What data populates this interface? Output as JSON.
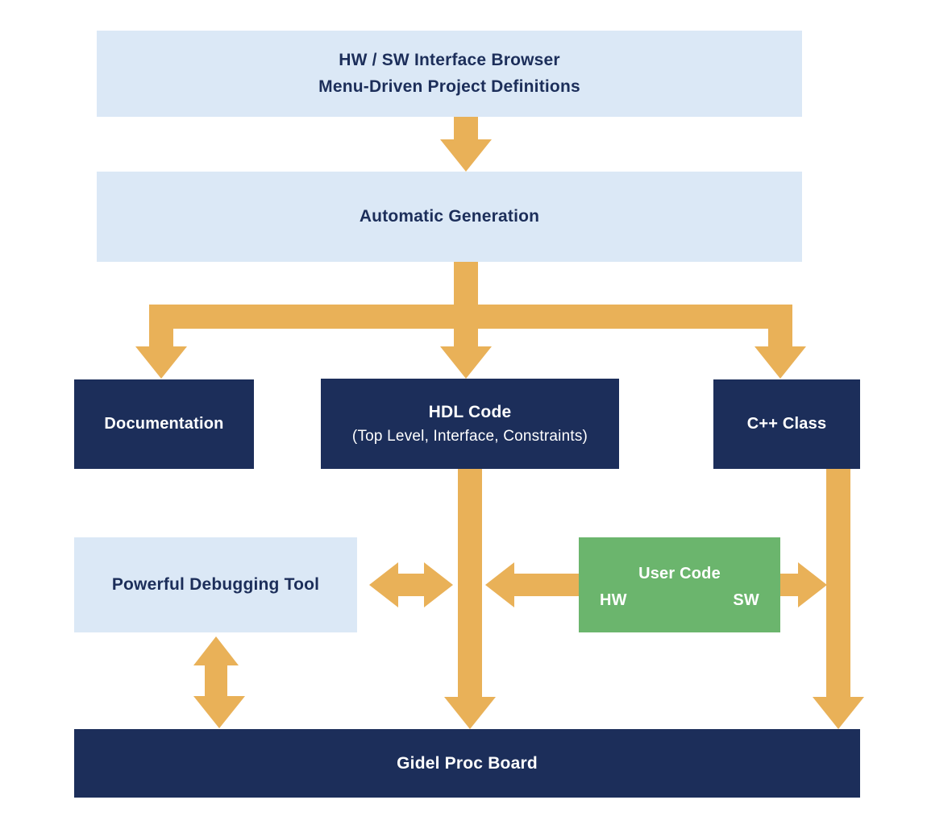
{
  "colors": {
    "light_blue": "#dbe8f6",
    "navy": "#1c2e5a",
    "arrow": "#e9b158",
    "green": "#6bb56d",
    "background": "#ffffff"
  },
  "boxes": {
    "browser": {
      "line1": "HW / SW Interface Browser",
      "line2": "Menu-Driven Project Definitions"
    },
    "generation": {
      "label": "Automatic Generation"
    },
    "documentation": {
      "label": "Documentation"
    },
    "hdl": {
      "title": "HDL Code",
      "subtitle": "(Top Level, Interface, Constraints)"
    },
    "cpp": {
      "label": "C++ Class"
    },
    "debug": {
      "label": "Powerful Debugging Tool"
    },
    "user_code": {
      "title": "User Code",
      "hw_label": "HW",
      "sw_label": "SW"
    },
    "board": {
      "label": "Gidel Proc Board"
    }
  }
}
